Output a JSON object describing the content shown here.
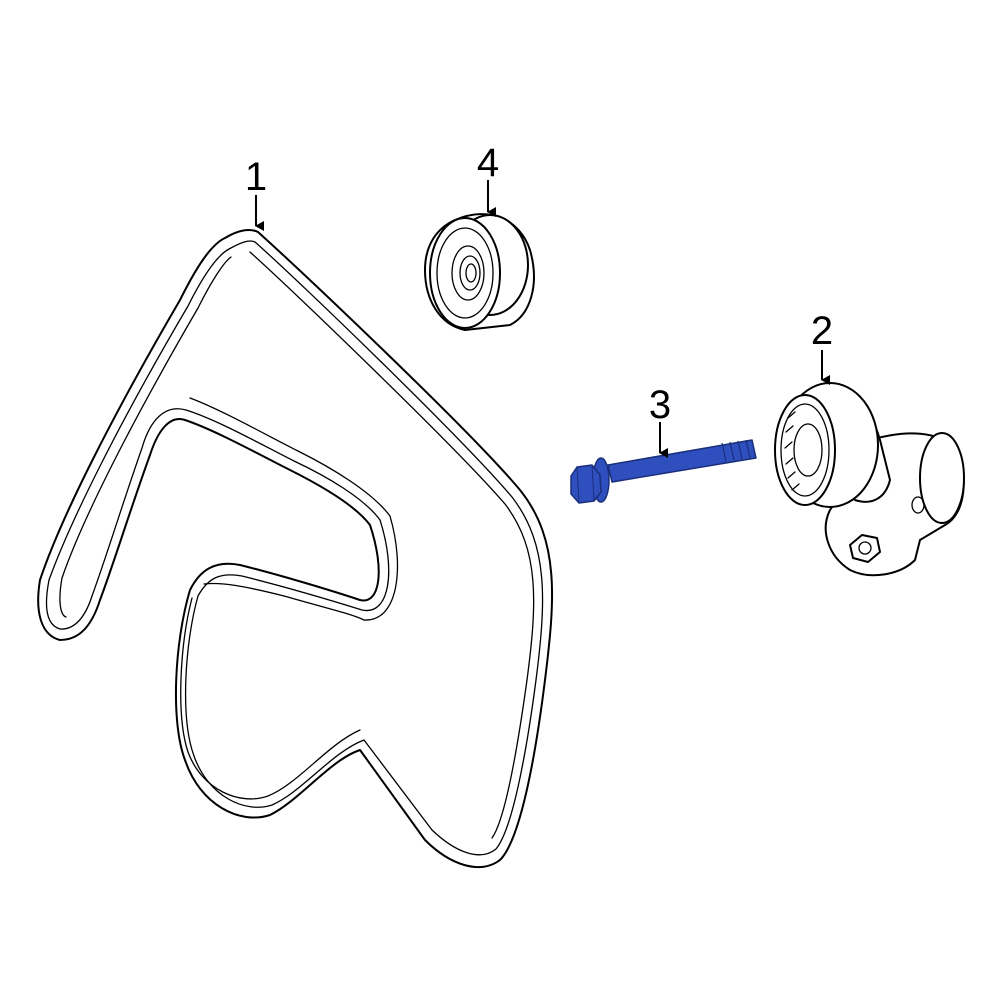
{
  "callouts": {
    "belt": "1",
    "tensioner": "2",
    "bolt": "3",
    "idler_pulley": "4"
  },
  "colors": {
    "highlight": "#2f4fbf",
    "line": "#000000",
    "background": "#ffffff"
  }
}
